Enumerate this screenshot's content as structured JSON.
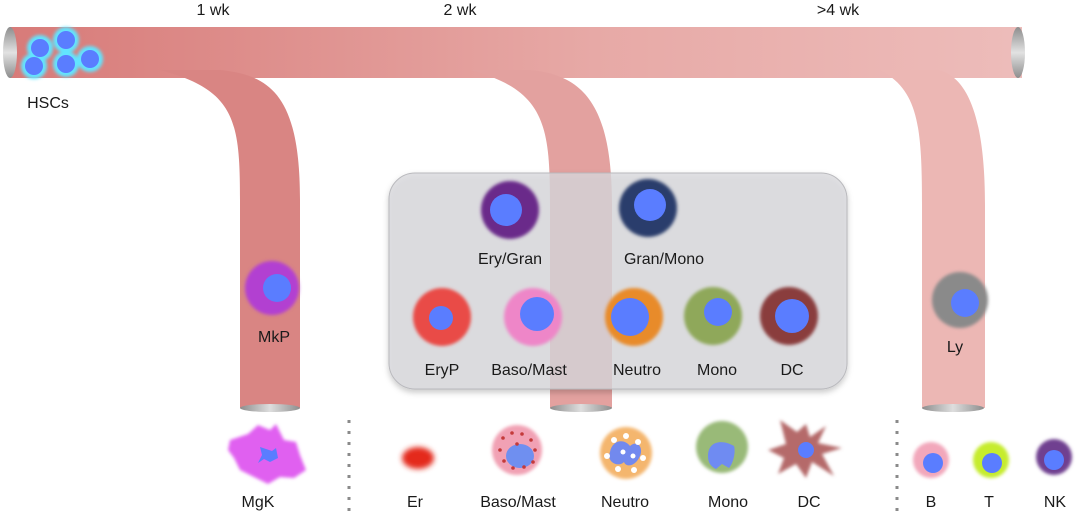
{
  "timeline": [
    "1 wk",
    "2 wk",
    ">4 wk"
  ],
  "origin": "HSCs",
  "progenitors": {
    "megakaryocyte": "MkP",
    "bipotent": [
      "Ery/Gran",
      "Gran/Mono"
    ],
    "unipotent": [
      "EryP",
      "Baso/Mast",
      "Neutro",
      "Mono",
      "DC"
    ],
    "lymphoid": "Ly"
  },
  "mature_cells": [
    "MgK",
    "Er",
    "Baso/Mast",
    "Neutro",
    "Mono",
    "DC",
    "B",
    "T",
    "NK"
  ],
  "colors": {
    "vessel_dark": "#d77a78",
    "vessel_light": "#eebfbd",
    "progenitor_box": "#e2e2e4",
    "nucleus": "#5a7dff",
    "hsc_glow": "#62e4ff"
  }
}
